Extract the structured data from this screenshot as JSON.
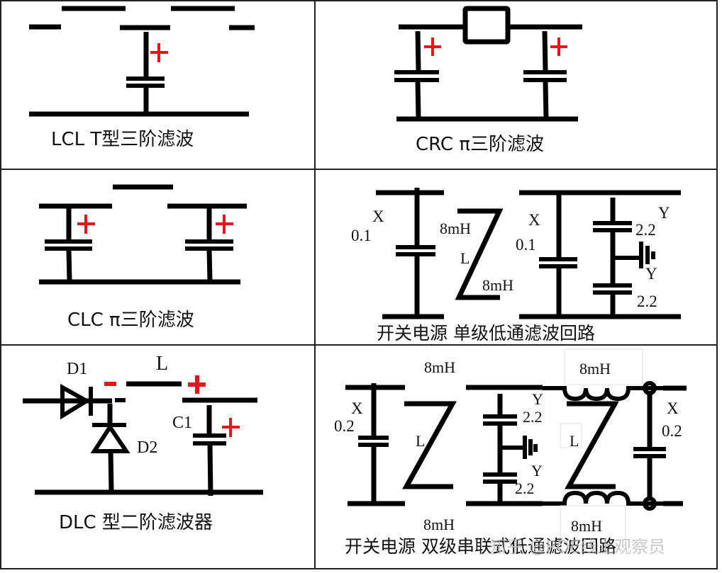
{
  "panels": [
    {
      "id": "lcl",
      "caption": "LCL   T型三阶滤波",
      "polarity": "+"
    },
    {
      "id": "crc",
      "caption": "CRC π三阶滤波",
      "polarity_left": "+",
      "polarity_right": "+"
    },
    {
      "id": "clc",
      "caption": "CLC π三阶滤波",
      "polarity_left": "+",
      "polarity_right": "+"
    },
    {
      "id": "single-stage",
      "caption": "开关电源  单级低通滤波回路",
      "x_cap_left": {
        "type": "X",
        "value": "0.1"
      },
      "inductor_top": "8mH",
      "inductor_label": "L",
      "inductor_bottom": "8mH",
      "x_cap_right": {
        "type": "X",
        "value": "0.1"
      },
      "y_cap_top": {
        "type": "Y",
        "value": "2.2"
      },
      "y_cap_bottom": {
        "type": "Y",
        "value": "2.2"
      }
    },
    {
      "id": "dlc",
      "caption": "DLC  型二阶滤波器",
      "d1": "D1",
      "d2": "D2",
      "inductor": "L",
      "c1": "C1",
      "minus": "-",
      "plus": "+",
      "c1_polarity": "+"
    },
    {
      "id": "dual-stage",
      "caption": "开关电源  双级串联式低通滤波回路",
      "x_cap_left": {
        "type": "X",
        "value": "0.2"
      },
      "inductor1_top": "8mH",
      "inductor1_label": "L",
      "inductor1_bottom": "8mH",
      "y_cap_top": {
        "type": "Y",
        "value": "2.2"
      },
      "y_cap_bottom": {
        "type": "Y",
        "value": "2.2"
      },
      "inductor2_top": "8mH",
      "inductor2_label": "L",
      "inductor2_bottom": "8mH",
      "x_cap_right": {
        "type": "X",
        "value": "0.2"
      }
    }
  ],
  "watermark": "知乎 @POE线上观察员",
  "colors": {
    "wire": "#000000",
    "polarity": "#e8141b",
    "grid": "#222222"
  }
}
